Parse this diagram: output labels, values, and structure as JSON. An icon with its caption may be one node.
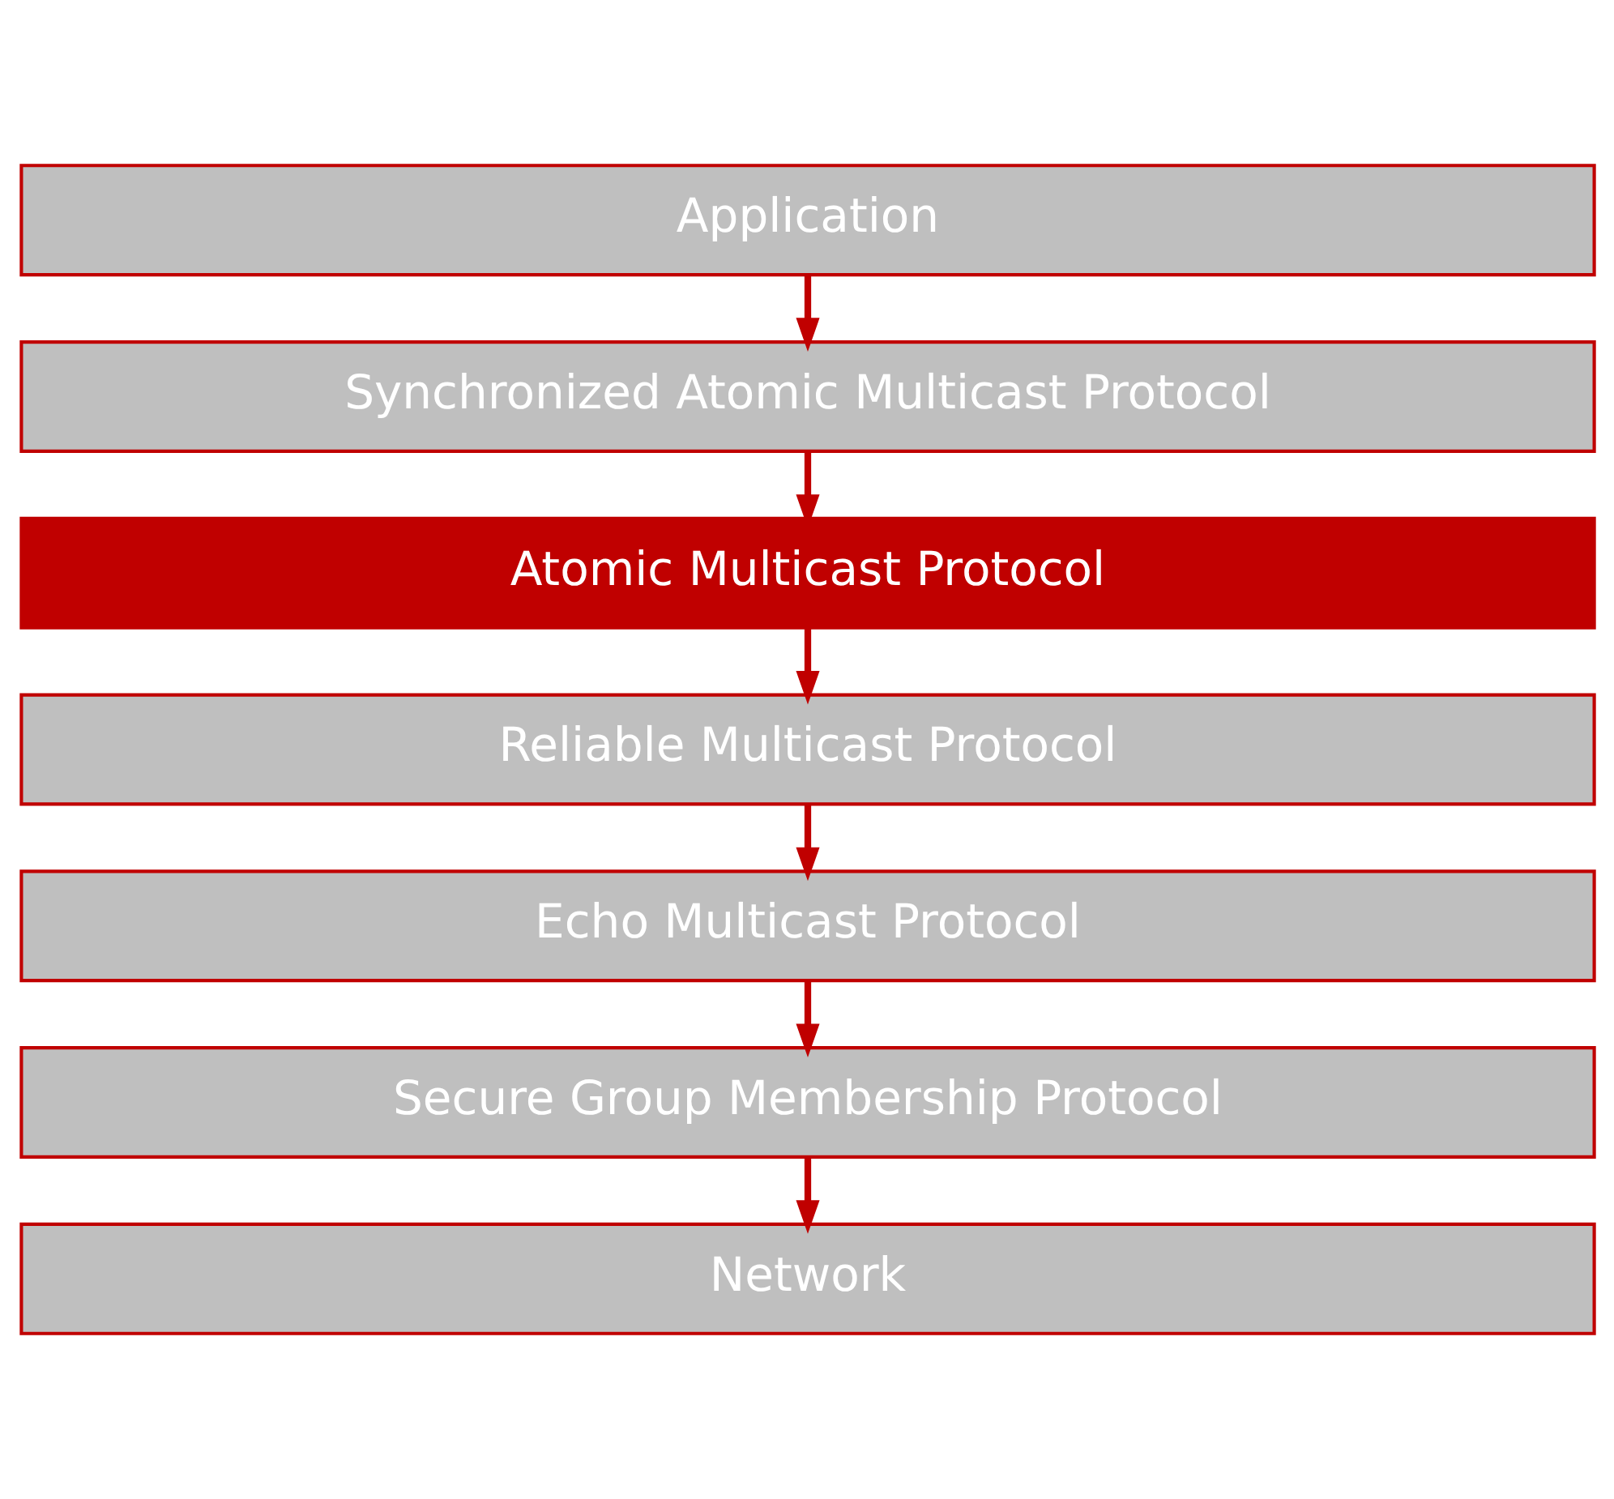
{
  "diagram": {
    "nodes": [
      {
        "text": [
          "Application"
        ]
      },
      {
        "text": [
          "Synchronized Atomic Multicast Protocol"
        ]
      },
      {
        "text": [
          "Atomic Multicast Protocol"
        ]
      },
      {
        "text": [
          "Reliable Multicast Protocol"
        ]
      },
      {
        "text": [
          "Echo Multicast Protocol"
        ]
      },
      {
        "text": [
          "Secure Group Membership Protocol"
        ]
      },
      {
        "text": [
          "Network"
        ]
      }
    ],
    "edges": [
      {
        "from": 0,
        "to": 1,
        "arrow": "to"
      },
      {
        "from": 1,
        "to": 2,
        "arrow": "to"
      },
      {
        "from": 2,
        "to": 3,
        "arrow": "to"
      },
      {
        "from": 3,
        "to": 4,
        "arrow": "to"
      },
      {
        "from": 4,
        "to": 5,
        "arrow": "to"
      },
      {
        "from": 5,
        "to": 6,
        "arrow": "to"
      }
    ]
  }
}
